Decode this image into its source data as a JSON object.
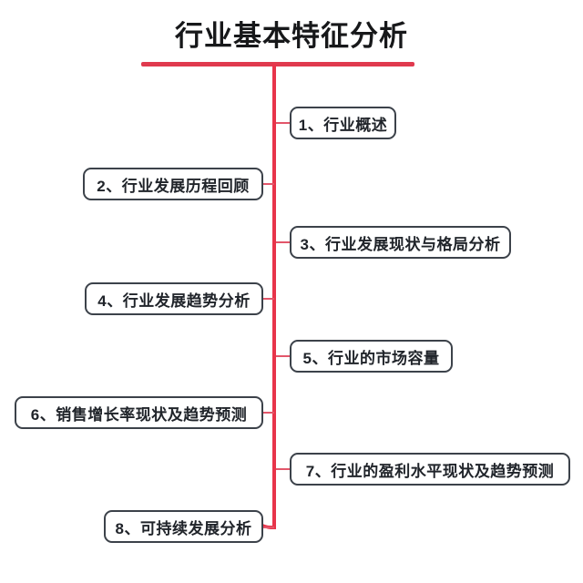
{
  "diagram": {
    "title": "行业基本特征分析",
    "accent_color": "#e8344a",
    "node_border_color": "#3c424a",
    "text_color": "#20242a",
    "background_color": "#ffffff",
    "type": "mindmap-fishbone",
    "nodes": [
      {
        "index": "1",
        "label": "1、行业概述",
        "side": "right"
      },
      {
        "index": "2",
        "label": "2、行业发展历程回顾",
        "side": "left"
      },
      {
        "index": "3",
        "label": "3、行业发展现状与格局分析",
        "side": "right"
      },
      {
        "index": "4",
        "label": "4、行业发展趋势分析",
        "side": "left"
      },
      {
        "index": "5",
        "label": "5、行业的市场容量",
        "side": "right"
      },
      {
        "index": "6",
        "label": "6、销售增长率现状及趋势预测",
        "side": "left"
      },
      {
        "index": "7",
        "label": "7、行业的盈利水平现状及趋势预测",
        "side": "right"
      },
      {
        "index": "8",
        "label": "8、可持续发展分析",
        "side": "left"
      }
    ]
  }
}
